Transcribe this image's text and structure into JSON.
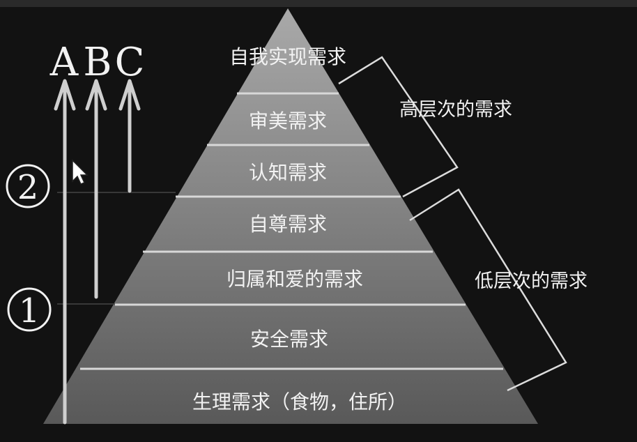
{
  "levels": [
    {
      "key": "self_actualization",
      "label": "自我实现需求"
    },
    {
      "key": "aesthetic",
      "label": "审美需求"
    },
    {
      "key": "cognitive",
      "label": "认知需求"
    },
    {
      "key": "esteem",
      "label": "自尊需求"
    },
    {
      "key": "belonging",
      "label": "归属和爱的需求"
    },
    {
      "key": "safety",
      "label": "安全需求"
    },
    {
      "key": "physiological",
      "label": "生理需求（食物，住所）"
    }
  ],
  "groups": {
    "high": {
      "label": "高层次的需求"
    },
    "low": {
      "label": "低层次的需求"
    }
  },
  "arrows": {
    "A": {
      "label": "A"
    },
    "B": {
      "label": "B"
    },
    "C": {
      "label": "C"
    }
  },
  "markers": {
    "one": {
      "label": "①"
    },
    "two": {
      "label": "②"
    }
  },
  "colors": {
    "background": "#121212",
    "pyramid_top": "#a9a9a9",
    "pyramid_bottom": "#595959",
    "lines": "#dcdcdc",
    "text": "#f2f2f2"
  }
}
